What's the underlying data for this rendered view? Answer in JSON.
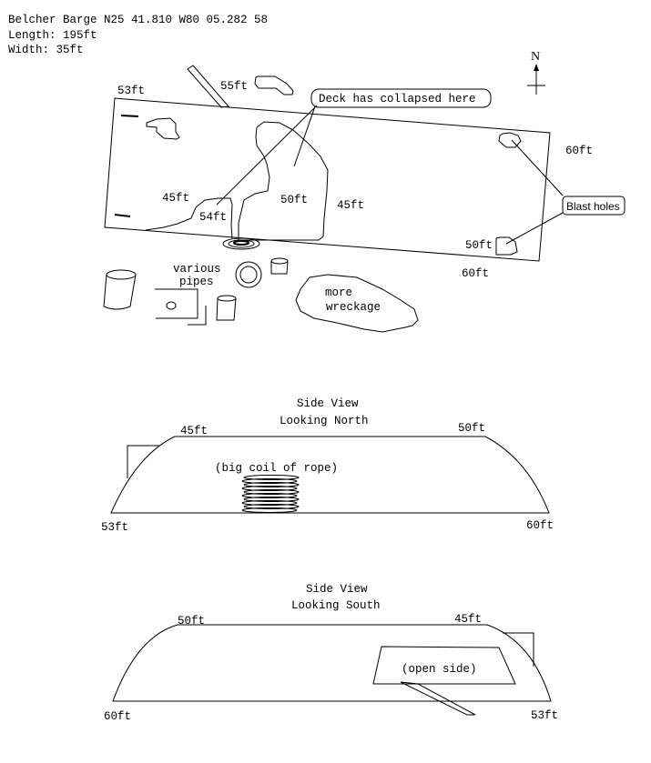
{
  "header": {
    "title": "Belcher Barge N25 41.810 W80 05.282 58",
    "length": "Length: 195ft",
    "width": "Width: 35ft"
  },
  "compass": {
    "label": "N"
  },
  "plan_view": {
    "depths": {
      "nw_corner": "53ft",
      "pipe_top": "55ft",
      "ne_corner": "60ft",
      "se_corner": "60ft",
      "sw_hole": "50ft",
      "west_inner": "45ft",
      "collapse_left": "54ft",
      "collapse_center": "50ft",
      "east_of_collapse": "45ft"
    },
    "callouts": {
      "deck_collapsed": "Deck has collapsed here",
      "blast_holes": "Blast holes"
    },
    "labels": {
      "pipes_line1": "various",
      "pipes_line2": "pipes",
      "wreckage_line1": "more",
      "wreckage_line2": "wreckage"
    }
  },
  "side_view_north": {
    "title": "Side View",
    "subtitle": "Looking North",
    "depth_top_left": "45ft",
    "depth_top_right": "50ft",
    "depth_bottom_left": "53ft",
    "depth_bottom_right": "60ft",
    "annotation": "(big coil of rope)"
  },
  "side_view_south": {
    "title": "Side View",
    "subtitle": "Looking South",
    "depth_top_left": "50ft",
    "depth_top_right": "45ft",
    "depth_bottom_left": "60ft",
    "depth_bottom_right": "53ft",
    "annotation": "(open side)"
  }
}
